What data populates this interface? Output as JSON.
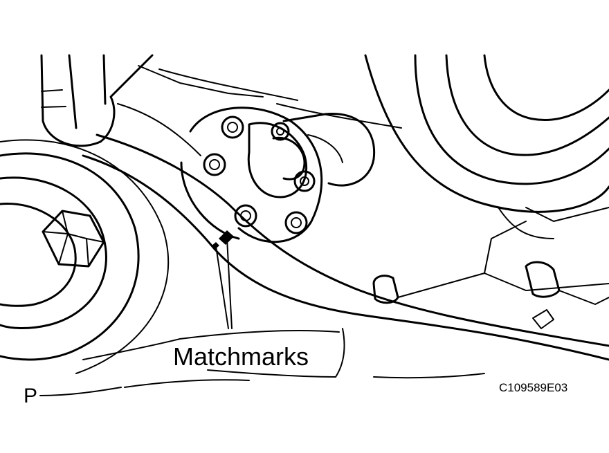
{
  "labels": {
    "callout": "Matchmarks",
    "view": "P",
    "figure_code": "C109589E03"
  },
  "colors": {
    "ink": "#000000",
    "paper": "#ffffff"
  }
}
